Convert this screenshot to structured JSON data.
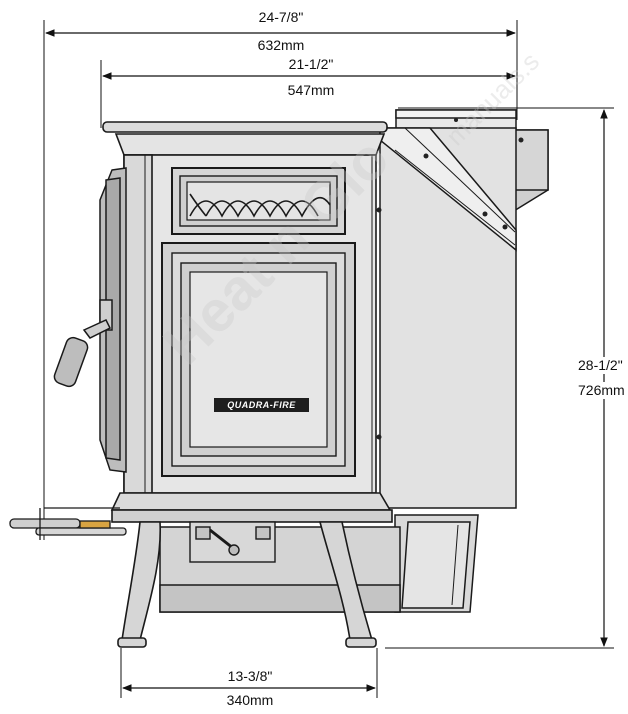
{
  "dimensions": {
    "overall_width": {
      "imperial": "24-7/8\"",
      "metric": "632mm"
    },
    "top_width": {
      "imperial": "21-1/2\"",
      "metric": "547mm"
    },
    "height": {
      "imperial": "28-1/2\"",
      "metric": "726mm"
    },
    "leg_span": {
      "imperial": "13-3/8\"",
      "metric": "340mm"
    }
  },
  "logo_text": "Quadra-Fire",
  "watermark": {
    "large": "Heat n Glo",
    "small": "manuals.s"
  },
  "colors": {
    "stove_body": "#e6e6e6",
    "stove_shadow": "#cfcfcf",
    "outline": "#1a1a1a",
    "brass": "#d9a441"
  }
}
